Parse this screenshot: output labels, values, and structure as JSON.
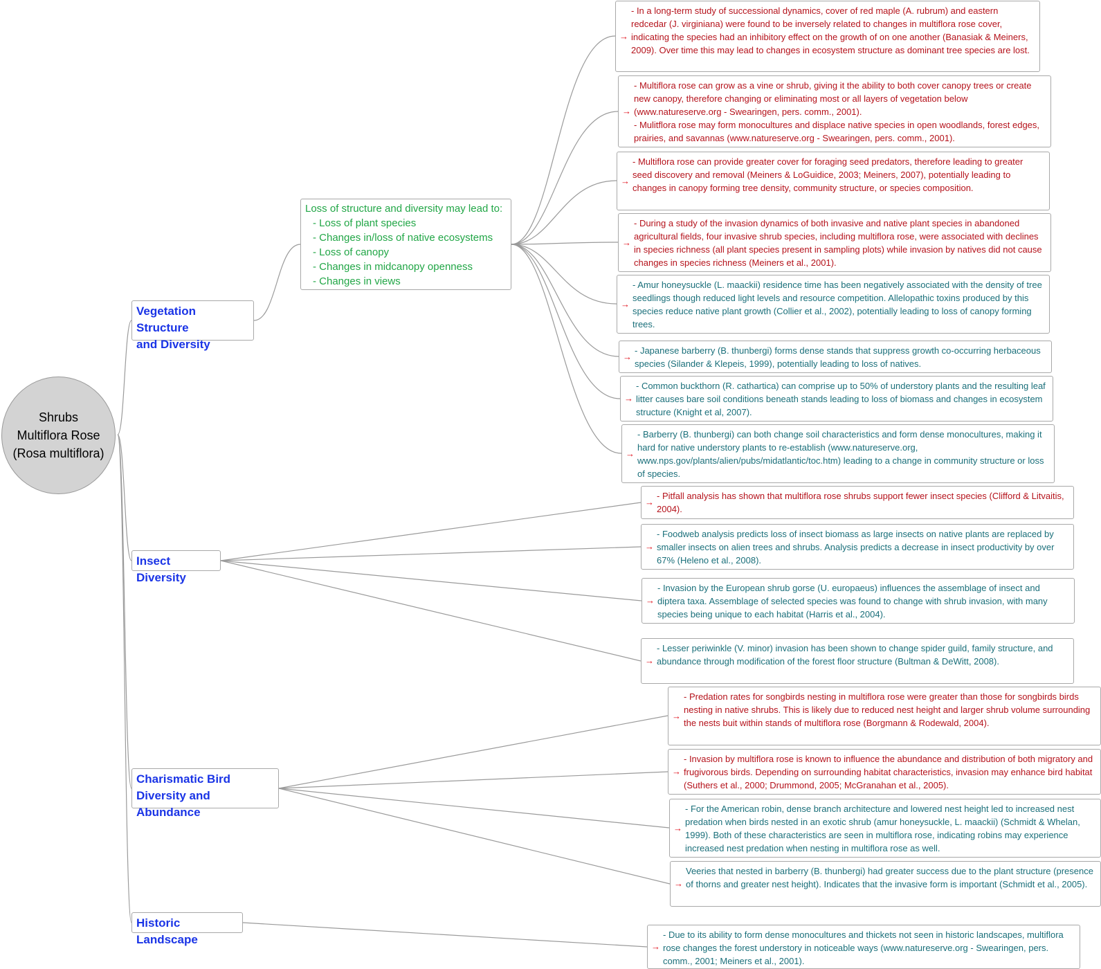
{
  "root": {
    "lines": [
      "Shrubs",
      "Multiflora Rose",
      "(Rosa multiflora)"
    ]
  },
  "topics": {
    "vegetation": {
      "line1": "Vegetation Structure",
      "line2": "and Diversity"
    },
    "insect": {
      "label": "Insect Diversity"
    },
    "bird": {
      "line1": "Charismatic Bird",
      "line2": "Diversity and Abundance"
    },
    "historic": {
      "label": "Historic Landscape"
    }
  },
  "subtopic": {
    "heading": "Loss of structure and diversity may lead to:",
    "items": [
      "- Loss of plant species",
      "- Changes in/loss of native ecosystems",
      "- Loss of canopy",
      "- Changes in midcanopy openness",
      "- Changes in views"
    ]
  },
  "notes": {
    "veg": [
      "- In a long-term study of successional dynamics, cover of red maple (A. rubrum) and eastern redcedar (J. virginiana) were found to be inversely related to changes in multiflora rose cover, indicating the species had an inhibitory effect on the growth of on one another (Banasiak & Meiners, 2009). Over time this may lead to changes in ecosystem structure as dominant tree species are lost.",
      "- Multiflora rose can grow as a vine or shrub, giving it the ability to both cover canopy trees or create new canopy, therefore changing or eliminating most or all layers of vegetation below (www.natureserve.org - Swearingen, pers. comm., 2001).\n- Mulitflora rose may form monocultures and displace native species in open woodlands, forest edges, prairies, and savannas (www.natureserve.org - Swearingen, pers. comm., 2001).",
      "- Multiflora rose can provide greater cover for foraging seed predators, therefore leading to greater seed discovery and removal (Meiners & LoGuidice, 2003; Meiners, 2007), potentially leading to changes in canopy forming tree density, community structure, or species composition.",
      "- During a study of the invasion dynamics of both invasive and native plant species in abandoned agricultural fields, four invasive shrub species, including multiflora rose, were associated with declines in species richness (all plant species present in sampling plots) while invasion by natives did not cause changes in species richness (Meiners et al., 2001).",
      "- Amur honeysuckle (L. maackii) residence time has been negatively associated with the density of tree seedlings though reduced light levels and resource competition. Allelopathic toxins produced by this species reduce native plant growth (Collier et al., 2002), potentially leading to loss of canopy forming trees.",
      "- Japanese barberry (B. thunbergi) forms dense stands that suppress growth co-occurring herbaceous species (Silander & Klepeis, 1999), potentially leading to loss of natives.",
      "- Common buckthorn (R. cathartica) can comprise up to 50% of understory plants and the resulting leaf litter causes bare soil conditions beneath stands leading to loss of biomass and changes in ecosystem structure (Knight et al, 2007).",
      "- Barberry (B. thunbergi) can both change soil characteristics and form dense monocultures, making it hard for native understory plants to re-establish (www.natureserve.org, www.nps.gov/plants/alien/pubs/midatlantic/toc.htm) leading to a change in community structure or loss of species."
    ],
    "insect": [
      "- Pitfall analysis has shown that multiflora rose shrubs support fewer insect species (Clifford & Litvaitis, 2004).",
      "- Foodweb analysis predicts loss of insect biomass as large insects on native plants are replaced by smaller insects on alien trees and shrubs. Analysis predicts a decrease in insect productivity by over 67% (Heleno et al., 2008).",
      "- Invasion by the European shrub gorse (U. europaeus) influences the assemblage of insect and diptera taxa. Assemblage of selected species was found to change with shrub invasion, with many species being unique to each habitat (Harris et al., 2004).",
      "- Lesser periwinkle (V. minor) invasion has been shown to change spider guild, family structure, and abundance through modification of the forest floor structure (Bultman & DeWitt, 2008)."
    ],
    "bird": [
      "- Predation rates for songbirds nesting in multiflora rose were greater than those for songbirds birds nesting in native shrubs. This is likely due to reduced nest height and larger shrub volume surrounding the nests buit within stands of multiflora rose (Borgmann & Rodewald, 2004).",
      "- Invasion by multiflora rose is known to influence the abundance and distribution of both migratory and frugivorous birds. Depending on surrounding habitat characteristics, invasion may enhance bird habitat (Suthers et al., 2000; Drummond, 2005; McGranahan et al., 2005).",
      "- For the American robin, dense branch architecture and lowered nest height led to increased nest predation when birds nested in an exotic shrub (amur honeysuckle, L. maackii) (Schmidt & Whelan, 1999). Both of these characteristics are seen in multiflora rose, indicating robins may experience increased nest predation when nesting in multiflora rose as well.",
      "Veeries that nested in barberry (B. thunbergi) had greater success due to the plant structure (presence of thorns and greater nest height). Indicates that the invasive form is important (Schmidt et al., 2005)."
    ],
    "historic": [
      "- Due to its ability to form dense monocultures and thickets not seen in historic landscapes, multiflora rose changes the forest understory in noticeable ways (www.natureserve.org - Swearingen, pers. comm., 2001; Meiners et al., 2001)."
    ]
  },
  "colors": {
    "topic": "#1a34e6",
    "subtopic": "#21a646",
    "note_red": "#b5121b",
    "note_teal": "#1a6f7a",
    "arrow": "#e0101b"
  }
}
